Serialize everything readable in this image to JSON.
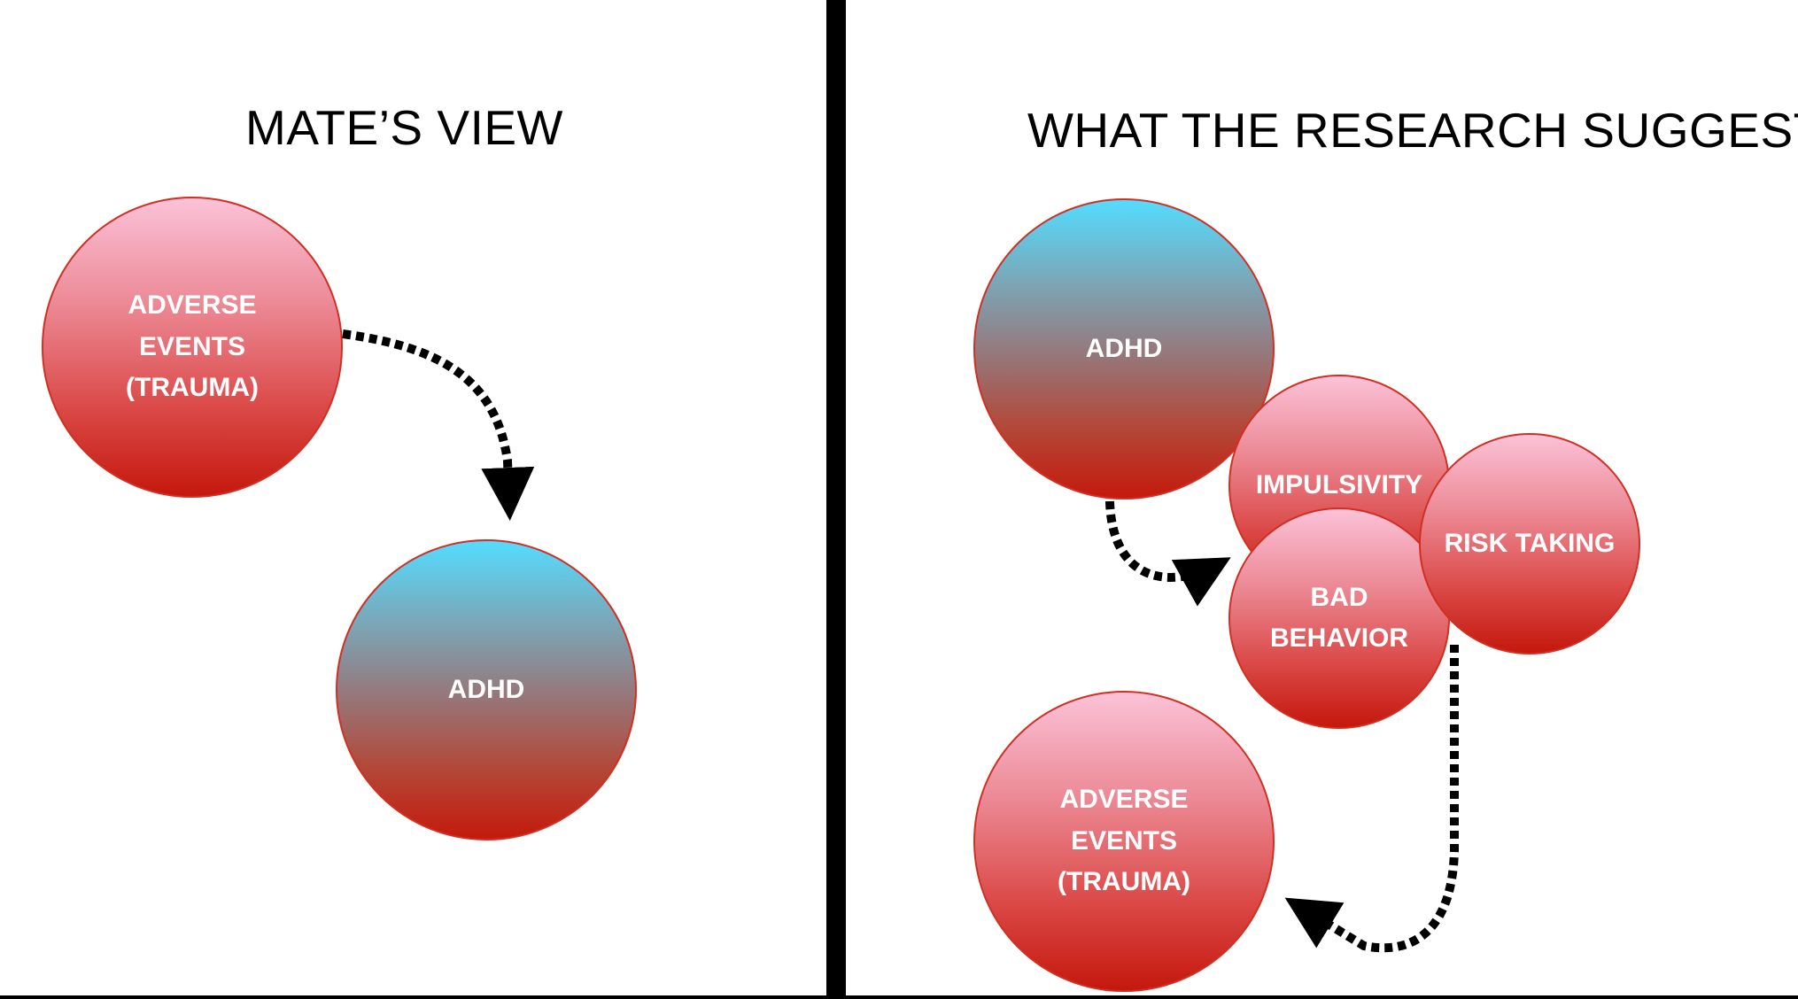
{
  "left_panel": {
    "title": "MATE’S VIEW",
    "nodes": {
      "adverse": "ADVERSE\nEVENTS\n(TRAUMA)",
      "adhd": "ADHD"
    }
  },
  "right_panel": {
    "title": "WHAT THE RESEARCH SUGGESTS",
    "nodes": {
      "adhd": "ADHD",
      "impulsivity": "IMPULSIVITY",
      "bad_behavior": "BAD\nBEHAVIOR",
      "risk_taking": "RISK TAKING",
      "adverse": "ADVERSE\nEVENTS\n(TRAUMA)"
    }
  },
  "colors": {
    "node_border": "#d12f22",
    "gradient_pink_top": "#fbc2d8",
    "gradient_blue_top": "#54dcff",
    "gradient_bottom": "#c41a0d",
    "arrow": "#000000"
  }
}
